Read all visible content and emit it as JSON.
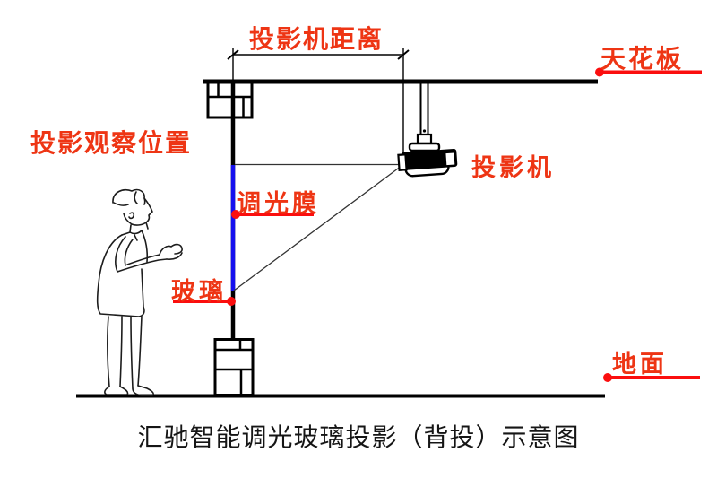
{
  "colors": {
    "pointer_red": "#fb0e0e",
    "label_red": "#ee3514",
    "film_blue": "#1510ee",
    "ink": "#000000",
    "background": "#ffffff"
  },
  "labels": {
    "projector_distance": "投影机距离",
    "ceiling": "天花板",
    "viewing_position": "投影观察位置",
    "dimming_film": "调光膜",
    "projector": "投影机",
    "glass": "玻璃",
    "ground": "地面"
  },
  "caption": {
    "text": "汇驰智能调光玻璃投影（背投）示意图"
  }
}
